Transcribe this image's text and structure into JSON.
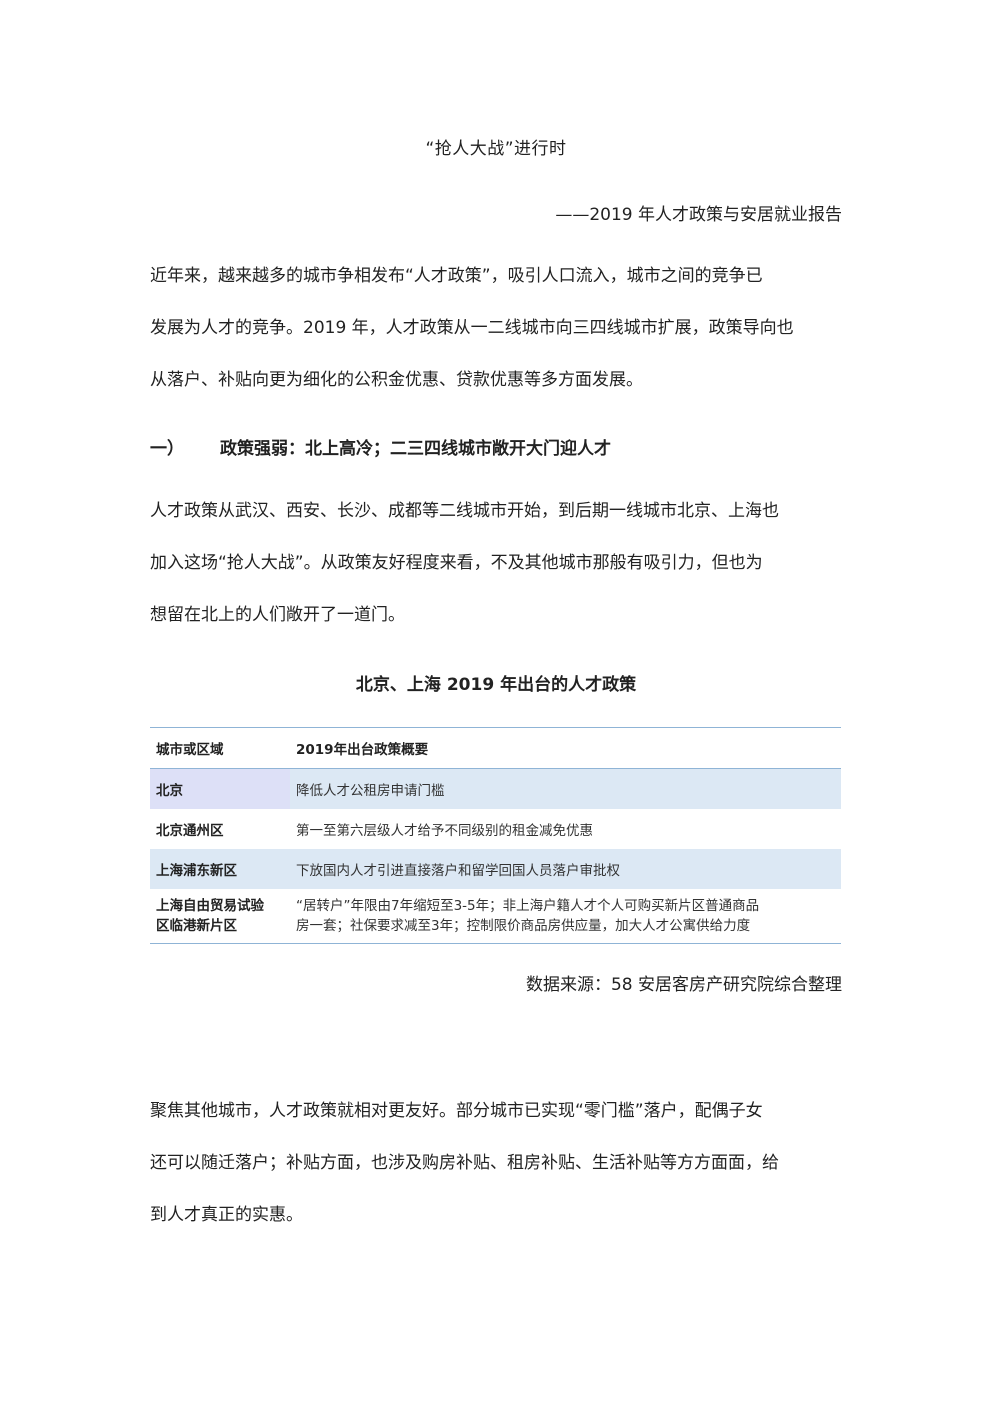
{
  "document": {
    "title": "“抢人大战”进行时",
    "subtitle": "——2019 年人才政策与安居就业报告",
    "intro_lines": [
      "近年来，越来越多的城市争相发布“人才政策”，吸引人口流入，城市之间的竞争已",
      "发展为人才的竞争。2019 年，人才政策从一二线城市向三四线城市扩展，政策导向也",
      "从落户、补贴向更为细化的公积金优惠、贷款优惠等多方面发展。"
    ],
    "section1": {
      "number": "一）",
      "heading": "政策强弱：北上高冷；二三四线城市敞开大门迎人才"
    },
    "section1_lines": [
      "人才政策从武汉、西安、长沙、成都等二线城市开始，到后期一线城市北京、上海也",
      "加入这场“抢人大战”。从政策友好程度来看，不及其他城市那般有吸引力，但也为",
      "想留在北上的人们敞开了一道门。"
    ],
    "table": {
      "title": "北京、上海 2019 年出台的人才政策",
      "headers": [
        "城市或区域",
        "2019年出台政策概要"
      ],
      "rows": [
        {
          "city": "北京",
          "desc": "降低人才公租房申请门槛"
        },
        {
          "city": "北京通州区",
          "desc": "第一至第六层级人才给予不同级别的租金减免优惠"
        },
        {
          "city": "上海浦东新区",
          "desc": "下放国内人才引进直接落户和留学回国人员落户审批权"
        },
        {
          "city_lines": [
            "上海自由贸易试验",
            "区临港新片区"
          ],
          "desc_lines": [
            "“居转户”年限由7年缩短至3-5年；非上海户籍人才个人可购买新片区普通商品",
            "房一套；社保要求减至3年；控制限价商品房供应量，加大人才公寓供给力度"
          ]
        }
      ]
    },
    "source": "数据来源：58 安居客房产研究院综合整理",
    "closing_lines": [
      "聚焦其他城市，人才政策就相对更友好。部分城市已实现“零门槛”落户，配偶子女",
      "还可以随迁落户；补贴方面，也涉及购房补贴、租房补贴、生活补贴等方方面面，给",
      "到人才真正的实惠。"
    ]
  }
}
